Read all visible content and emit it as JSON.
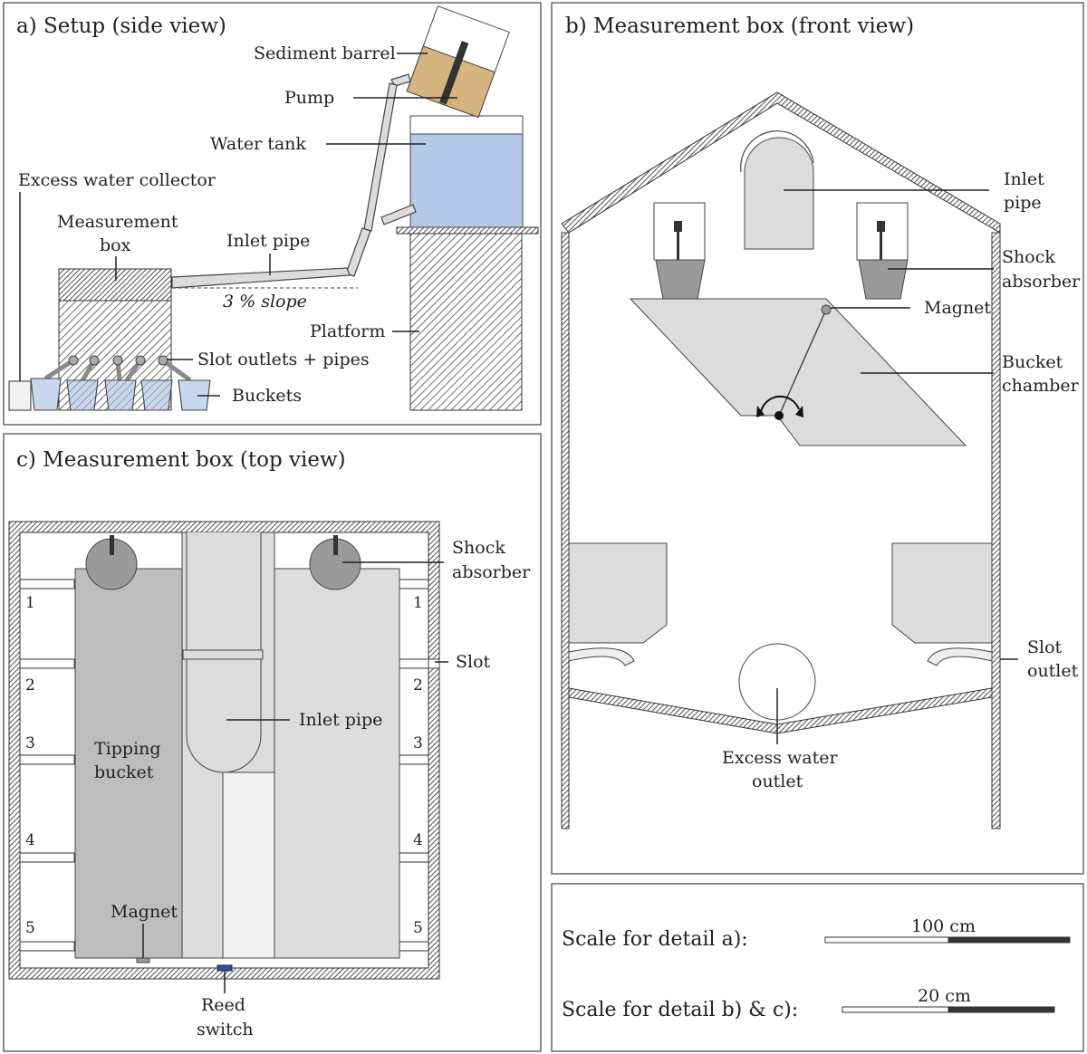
{
  "panel_a": {
    "title": "a) Setup (side view)",
    "labels": {
      "sediment_barrel": "Sediment barrel",
      "pump": "Pump",
      "water_tank": "Water tank",
      "excess_water_collector": "Excess water collector",
      "measurement_box_1": "Measurement",
      "measurement_box_2": "box",
      "inlet_pipe": "Inlet pipe",
      "slope": "3 % slope",
      "platform": "Platform",
      "slot_outlets": "Slot outlets + pipes",
      "buckets": "Buckets"
    }
  },
  "panel_b": {
    "title": "b) Measurement box (front view)",
    "labels": {
      "inlet_pipe_1": "Inlet",
      "inlet_pipe_2": "pipe",
      "shock_absorber_1": "Shock",
      "shock_absorber_2": "absorber",
      "magnet": "Magnet",
      "bucket_chamber_1": "Bucket",
      "bucket_chamber_2": "chamber",
      "slot_outlet_1": "Slot",
      "slot_outlet_2": "outlet",
      "excess_water_outlet_1": "Excess water",
      "excess_water_outlet_2": "outlet"
    }
  },
  "panel_c": {
    "title": "c) Measurement box (top view)",
    "labels": {
      "shock_absorber_1": "Shock",
      "shock_absorber_2": "absorber",
      "slot": "Slot",
      "inlet_pipe": "Inlet pipe",
      "tipping_bucket_1": "Tipping",
      "tipping_bucket_2": "bucket",
      "magnet": "Magnet",
      "reed_switch_1": "Reed",
      "reed_switch_2": "switch"
    },
    "slot_numbers": [
      "1",
      "2",
      "3",
      "4",
      "5"
    ]
  },
  "scales": {
    "a_label": "Scale for detail a):",
    "a_value": "100 cm",
    "bc_label": "Scale for detail b) & c):",
    "bc_value": "20 cm"
  },
  "colors": {
    "water": "#b4c8e8",
    "sediment": "#d6b47f",
    "light_gray": "#dcdcdc",
    "mid_gray": "#bdbdbd",
    "dark_gray": "#9a9a9a",
    "reed_switch": "#2f4fa0"
  }
}
